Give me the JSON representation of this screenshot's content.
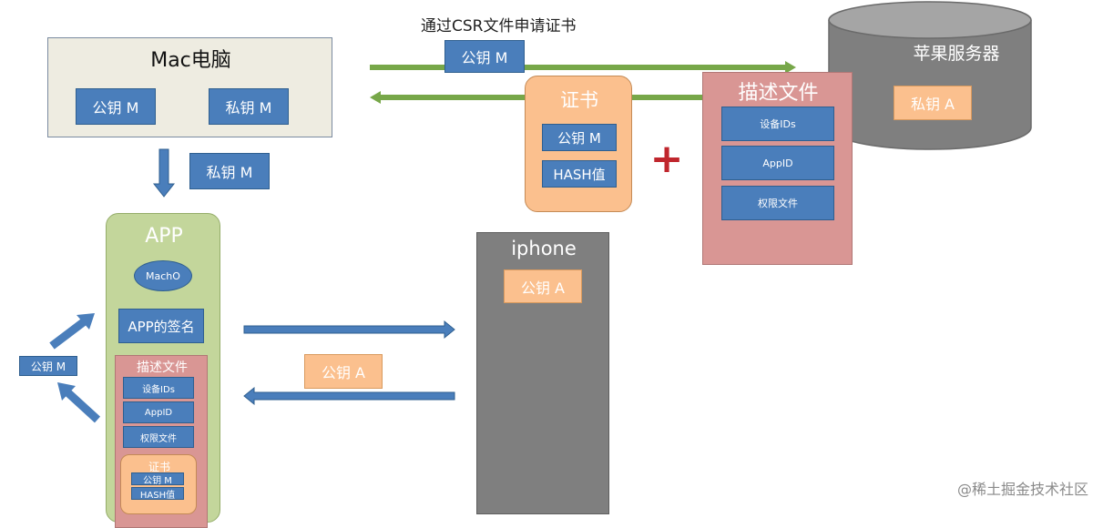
{
  "csr_label": "通过CSR文件申请证书",
  "mac": {
    "title": "Mac电脑",
    "public_key": "公钥 M",
    "private_key": "私钥 M"
  },
  "arrow_labels": {
    "csr_public_key": "公钥 M",
    "down_private_key": "私钥 M",
    "iphone_public_key": "公钥 A",
    "left_public_key": "公钥 M"
  },
  "server": {
    "title": "苹果服务器",
    "private_key": "私钥 A"
  },
  "cert": {
    "title": "证书",
    "public_key": "公钥 M",
    "hash": "HASH值"
  },
  "plus_sign": "+",
  "profile": {
    "title": "描述文件",
    "items": [
      "设备IDs",
      "AppID",
      "权限文件"
    ]
  },
  "app": {
    "title": "APP",
    "macho": "MachO",
    "signature": "APP的签名",
    "profile_title": "描述文件",
    "profile_items": [
      "设备IDs",
      "AppID",
      "权限文件"
    ],
    "cert_title": "证书",
    "cert_public_key": "公钥 M",
    "cert_hash": "HASH值"
  },
  "iphone": {
    "title": "iphone",
    "public_key": "公钥 A"
  },
  "watermark": "@稀土掘金技术社区",
  "colors": {
    "blue_box": "#4a7ebb",
    "orange_box": "#fbc08e",
    "green_box": "#c3d69b",
    "pink_box": "#d99694",
    "cream_box": "#eeece1",
    "gray_server": "#7f7f7f",
    "green_arrow": "#77a749",
    "red_plus": "#c0262d"
  }
}
